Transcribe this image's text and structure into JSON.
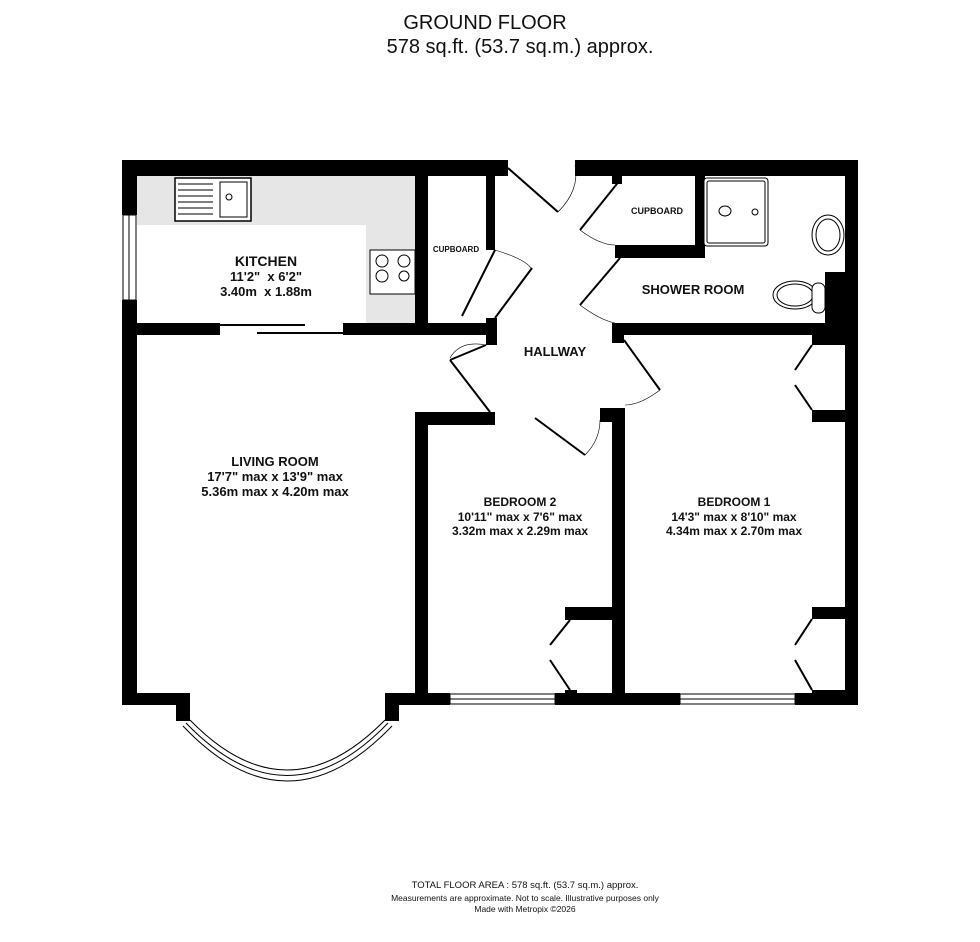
{
  "header": {
    "floor_name": "GROUND FLOOR",
    "area": "578 sq.ft. (53.7 sq.m.) approx."
  },
  "rooms": {
    "kitchen": {
      "name": "KITCHEN",
      "imperial": "11'2\"  x 6'2\"",
      "metric": "3.40m  x 1.88m"
    },
    "living": {
      "name": "LIVING ROOM",
      "imperial": "17'7\" max x 13'9\" max",
      "metric": "5.36m max x 4.20m max"
    },
    "bedroom2": {
      "name": "BEDROOM 2",
      "imperial": "10'11\" max x 7'6\" max",
      "metric": "3.32m max x 2.29m max"
    },
    "bedroom1": {
      "name": "BEDROOM 1",
      "imperial": "14'3\" max x 8'10\" max",
      "metric": "4.34m max x 2.70m max"
    },
    "shower": {
      "name": "SHOWER ROOM"
    },
    "hallway": {
      "name": "HALLWAY"
    },
    "cupboard_left": {
      "name": "CUPBOARD"
    },
    "cupboard_right": {
      "name": "CUPBOARD"
    }
  },
  "footer": {
    "total": "TOTAL FLOOR AREA : 578 sq.ft. (53.7 sq.m.) approx.",
    "disclaimer": "Measurements are approximate.  Not to scale.  Illustrative purposes only",
    "credit": "Made with Metropix ©2026"
  },
  "colors": {
    "wall": "#000000",
    "worktop": "#e6e6e6",
    "background": "#ffffff"
  }
}
